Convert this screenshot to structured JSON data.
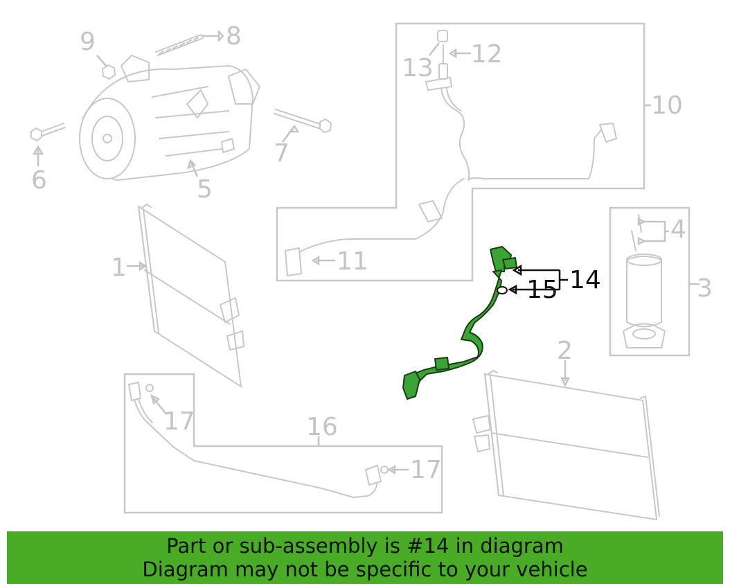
{
  "diagram": {
    "callouts": {
      "c1": "1",
      "c2": "2",
      "c3": "3",
      "c4": "4",
      "c5": "5",
      "c6": "6",
      "c7": "7",
      "c8": "8",
      "c9": "9",
      "c10": "10",
      "c11": "11",
      "c12": "12",
      "c13": "13",
      "c14": "14",
      "c15": "15",
      "c16": "16",
      "c17a": "17",
      "c17b": "17"
    },
    "highlight_color": "#3aa535"
  },
  "banner": {
    "line1": "Part or sub-assembly is #14 in diagram",
    "line2": "Diagram may not be specific to your vehicle",
    "background": "#4aab26"
  }
}
